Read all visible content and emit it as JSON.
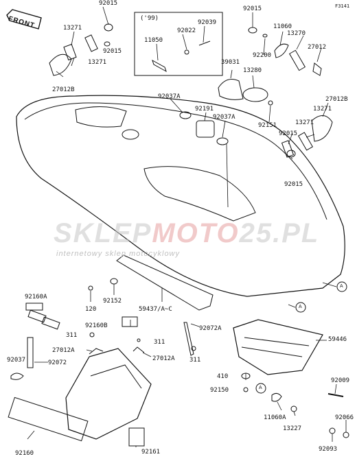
{
  "figure_code": "F3141",
  "front_label": "FRONT",
  "inset_year": "('99)",
  "callout_letter": "A",
  "watermark": {
    "brand_a": "SKLEP",
    "brand_b": "MOTO",
    "brand_c": "25.PL",
    "tagline": "internetowy sklep motocyklowy"
  },
  "labels": {
    "p92015_a": "92015",
    "p13271_a": "13271",
    "p92015_b": "92015",
    "p13271_b": "13271",
    "p27012B_a": "27012B",
    "p92039": "92039",
    "p92022": "92022",
    "p11050": "11050",
    "p92015_c": "92015",
    "p11060": "11060",
    "p13270": "13270",
    "p27012": "27012",
    "p92200": "92200",
    "p39031": "39031",
    "p13280": "13280",
    "p92037A_a": "92037A",
    "p92191": "92191",
    "p92037A_b": "92037A",
    "p92151": "92151",
    "p27012B_b": "27012B",
    "p13271_c": "13271",
    "p13271_d": "13271",
    "p92015_d": "92015",
    "p92015_e": "92015",
    "p92160A": "92160A",
    "p120": "120",
    "p92152": "92152",
    "p59437": "59437/A~C",
    "p92160B": "92160B",
    "p311_a": "311",
    "p311_b": "311",
    "p92072A": "92072A",
    "p27012A_a": "27012A",
    "p27012A_b": "27012A",
    "p311_c": "311",
    "p92037": "92037",
    "p92072": "92072",
    "p59446": "59446",
    "p410": "410",
    "p92150": "92150",
    "p92009": "92009",
    "p11060A": "11060A",
    "p13227": "13227",
    "p92066": "92066",
    "p92160": "92160",
    "p92161": "92161",
    "p92093": "92093"
  }
}
